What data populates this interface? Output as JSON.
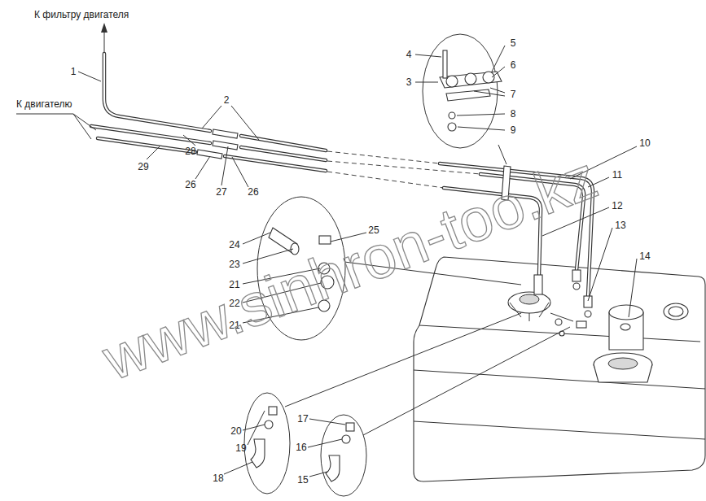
{
  "diagram": {
    "labels": [
      "К фильтру двигателя",
      "К двигателю",
      "1",
      "2",
      "4",
      "3",
      "5",
      "6",
      "7",
      "8",
      "9",
      "10",
      "11",
      "12",
      "13",
      "14",
      "25",
      "24",
      "23",
      "21",
      "22",
      "21",
      "29",
      "28",
      "26",
      "27",
      "26",
      "20",
      "19",
      "18",
      "17",
      "16",
      "15",
      "www.sinhron-too.kz"
    ]
  }
}
